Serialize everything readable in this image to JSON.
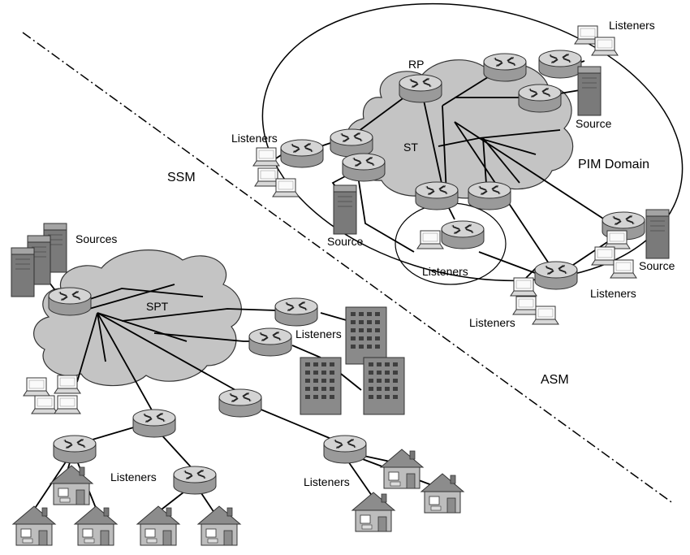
{
  "regions": {
    "ssm": "SSM",
    "asm": "ASM",
    "pim_domain": "PIM Domain"
  },
  "clouds": {
    "spt": "SPT",
    "st": "ST"
  },
  "labels": {
    "rp": "RP",
    "sources": "Sources",
    "source": "Source",
    "listeners": "Listeners"
  },
  "colors": {
    "cloud_fill": "#c4c4c4",
    "router_body": "#a9a9a9",
    "router_top": "#d9d9d9",
    "building": "#8a8a8a",
    "server": "#7a7a7a",
    "line": "#000000"
  }
}
